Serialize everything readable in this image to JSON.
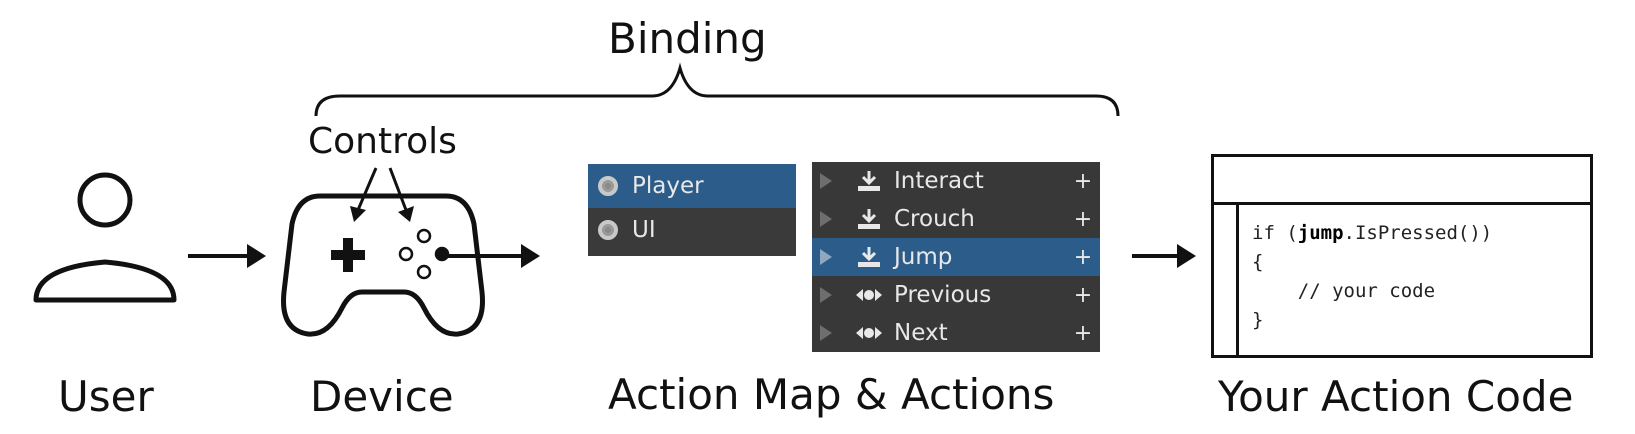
{
  "labels": {
    "binding": "Binding",
    "controls": "Controls",
    "user": "User",
    "device": "Device",
    "action_map": "Action Map & Actions",
    "action_code": "Your Action Code"
  },
  "action_maps": [
    {
      "label": "Player",
      "selected": true
    },
    {
      "label": "UI",
      "selected": false
    }
  ],
  "actions": [
    {
      "label": "Interact",
      "icon": "button-icon",
      "selected": false,
      "plus": "+"
    },
    {
      "label": "Crouch",
      "icon": "button-icon",
      "selected": false,
      "plus": "+"
    },
    {
      "label": "Jump",
      "icon": "button-icon",
      "selected": true,
      "plus": "+"
    },
    {
      "label": "Previous",
      "icon": "axis-icon",
      "selected": false,
      "plus": "+"
    },
    {
      "label": "Next",
      "icon": "axis-icon",
      "selected": false,
      "plus": "+"
    }
  ],
  "code": {
    "line1_pre": "if (",
    "line1_bold": "jump",
    "line1_post": ".IsPressed())",
    "line2": "{",
    "line3": "    // your code",
    "line4": "}"
  },
  "colors": {
    "panel_bg": "#383838",
    "selected_bg": "#2c5d8a",
    "panel_text": "#e8e8e8"
  }
}
